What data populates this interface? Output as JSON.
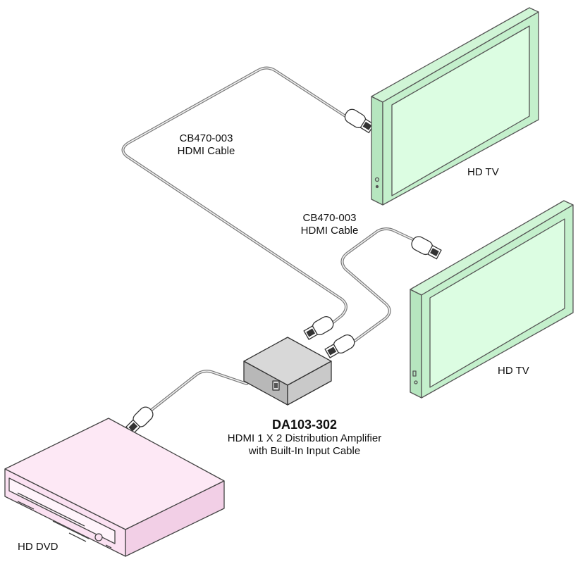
{
  "cable_top": {
    "part": "CB470-003",
    "name": "HDMI Cable"
  },
  "cable_middle": {
    "part": "CB470-003",
    "name": "HDMI Cable"
  },
  "tv_top": {
    "label": "HD TV"
  },
  "tv_bottom": {
    "label": "HD TV"
  },
  "amplifier": {
    "model": "DA103-302",
    "desc_line1": "HDMI 1 X 2 Distribution Amplifier",
    "desc_line2": "with Built-In Input Cable"
  },
  "source": {
    "label": "HD DVD"
  },
  "colors": {
    "tv_screen": "#d9fbe0",
    "tv_frame": "#c4f0cc",
    "dvd_body": "#fbe1f2",
    "amp_body": "#c9c9c9",
    "cable": "#777777"
  }
}
